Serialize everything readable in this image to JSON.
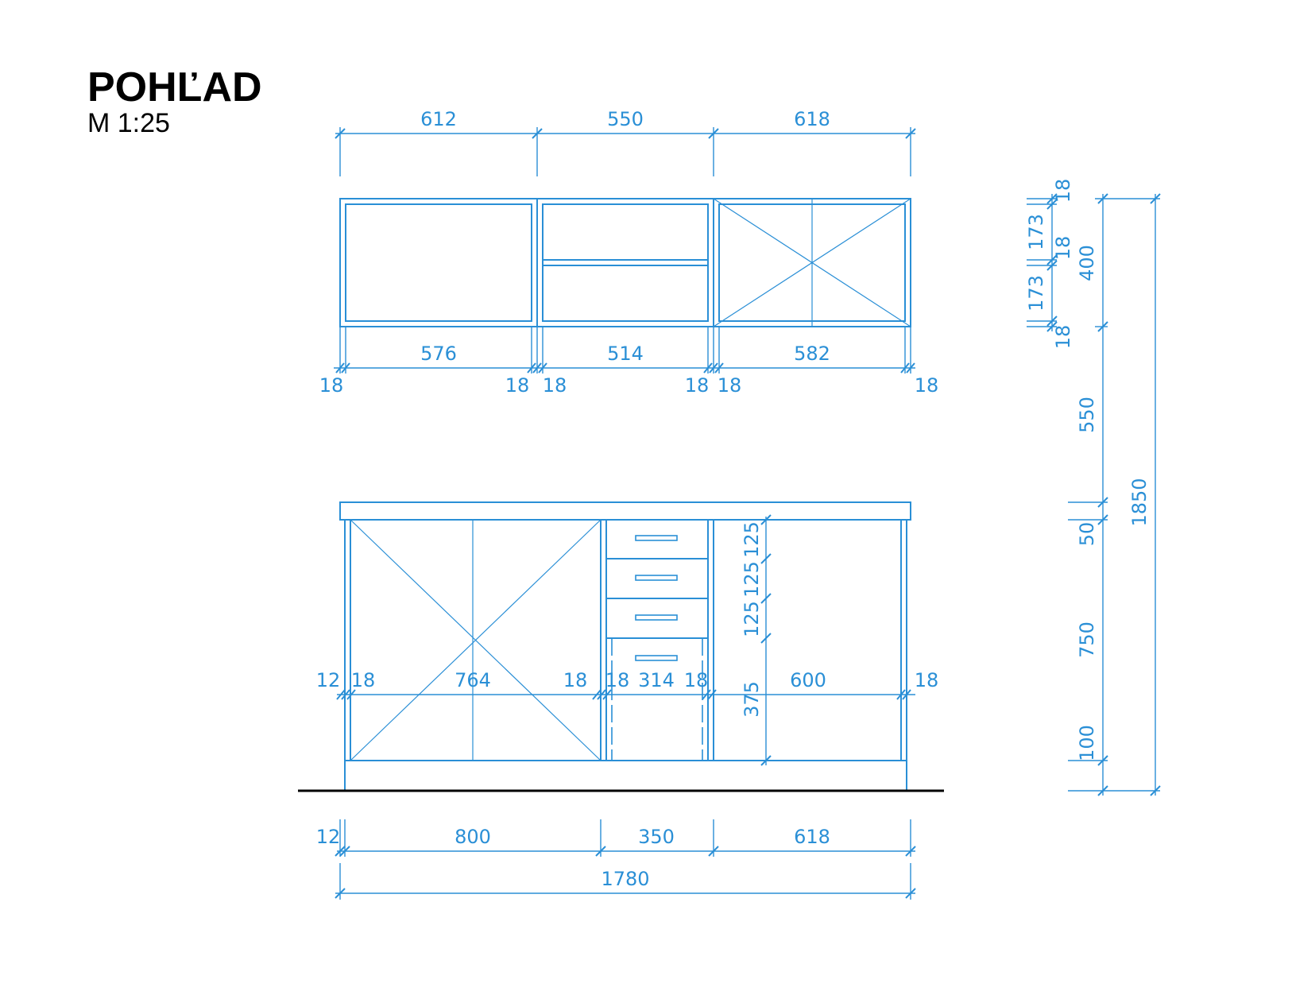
{
  "title": "POHĽAD",
  "scale": "M 1:25",
  "colors": {
    "dimension": "#2a8fd6",
    "floor_line": "#000000",
    "title": "#000000"
  },
  "upper_cabinets": {
    "overall_widths": [
      "612",
      "550",
      "618"
    ],
    "inner_widths": [
      "576",
      "514",
      "582"
    ],
    "panel_thicknesses": [
      "18",
      "18",
      "18",
      "18",
      "18",
      "18"
    ]
  },
  "upper_heights": [
    "18",
    "173",
    "18",
    "173",
    "18"
  ],
  "upper_total_height": "400",
  "base_cabinets": {
    "inner_dims": [
      "12",
      "18",
      "764",
      "18",
      "18",
      "314",
      "18",
      "600",
      "18"
    ],
    "drawer_heights": [
      "125",
      "125",
      "125",
      "375"
    ],
    "bottom_dims": [
      "12",
      "800",
      "350",
      "618"
    ],
    "total_width": "1780"
  },
  "vertical_dims": [
    "550",
    "50",
    "750",
    "100"
  ],
  "total_height": "1850"
}
